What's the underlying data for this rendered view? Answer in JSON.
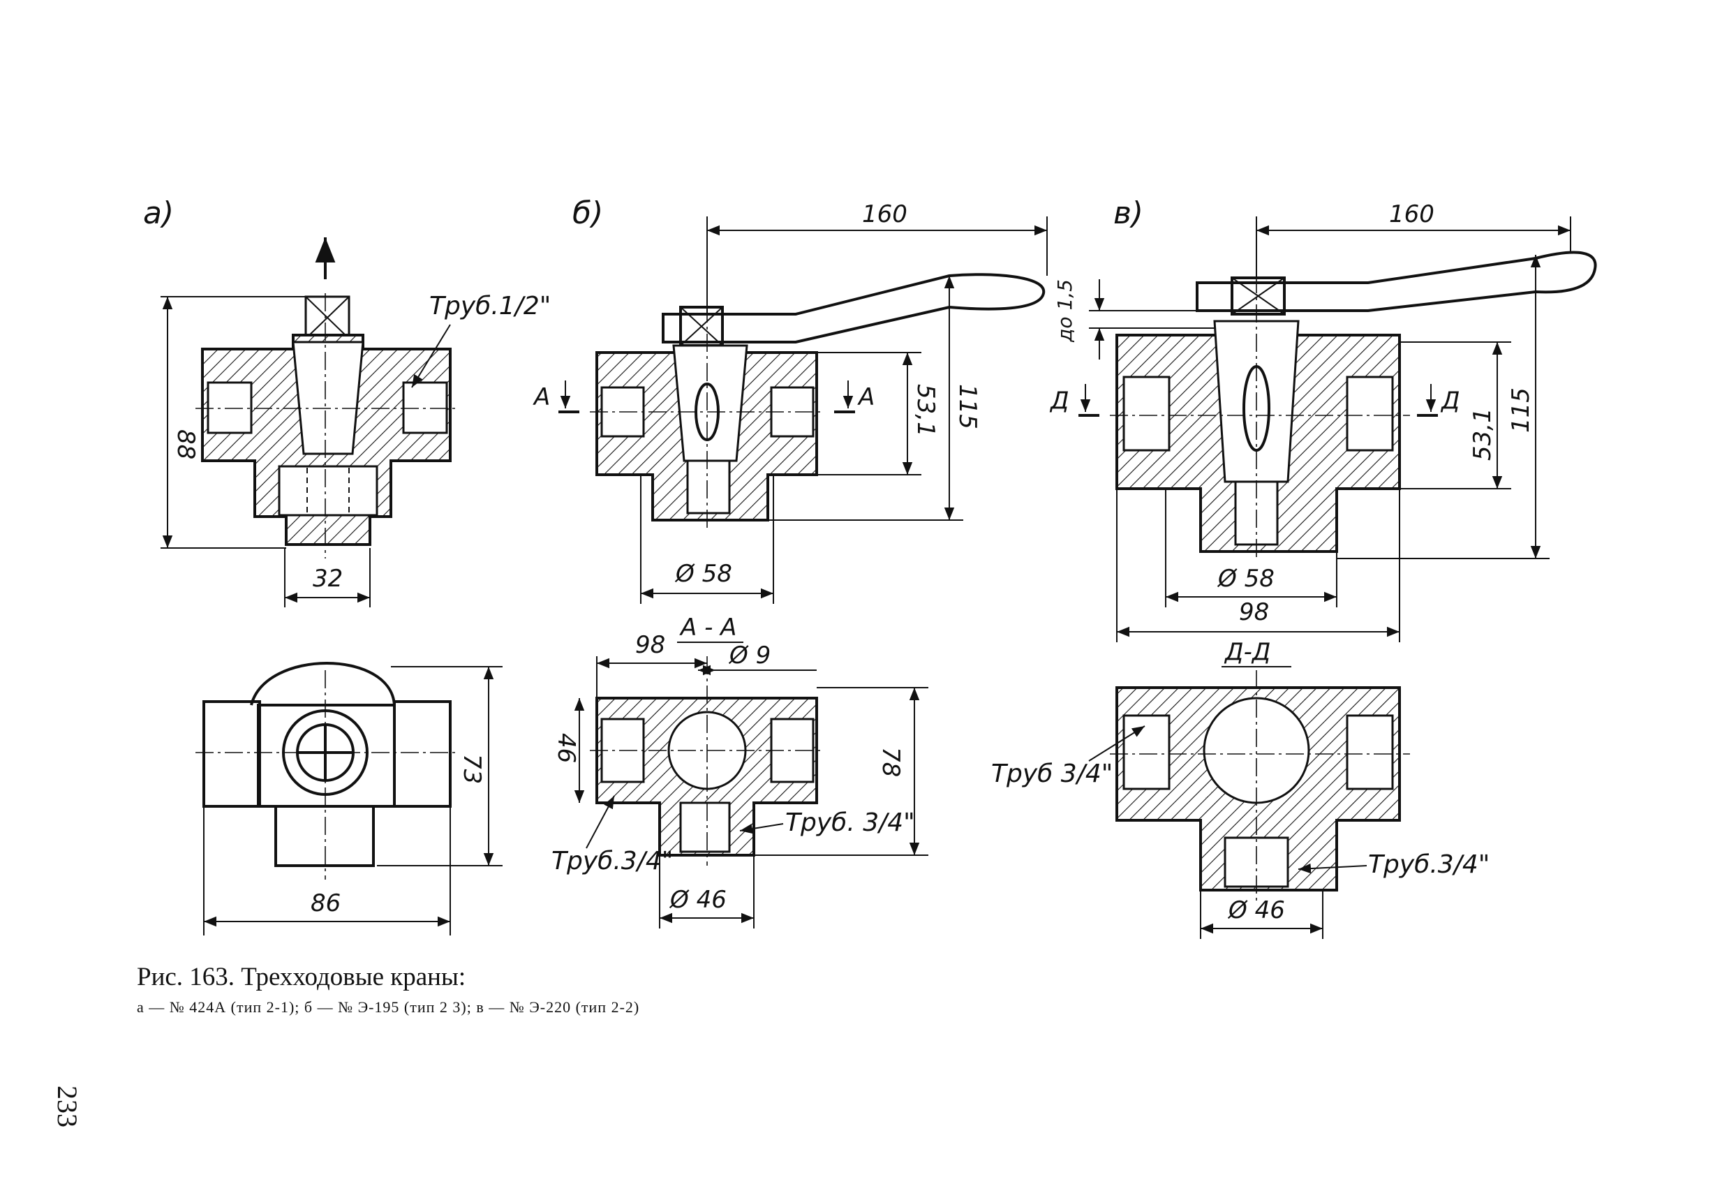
{
  "figure": {
    "caption_title": "Рис. 163. Трехходовые краны:",
    "caption_sub": "а — № 424А (тип 2-1); б — № Э-195 (тип 2 3); в — № Э-220 (тип 2-2)",
    "page_number": "233"
  },
  "views": {
    "a": {
      "label": "а)",
      "dim_height": "88",
      "dim_bottom": "32",
      "dim_width": "86",
      "dim_side": "73",
      "pipe_note": "Труб.1/2\""
    },
    "b": {
      "label": "б)",
      "dim_handle": "160",
      "dim_h1": "53,1",
      "dim_h2": "115",
      "dim_dia": "Ø 58",
      "section_mark": "А",
      "section_title": "А - А",
      "dim_98": "98",
      "dim_d9": "Ø 9",
      "dim_46": "46",
      "dim_78": "78",
      "dim_d46": "Ø 46",
      "pipe_note_left": "Труб.3/4\"",
      "pipe_note_right": "Труб. 3/4\""
    },
    "c": {
      "label": "в)",
      "dim_handle": "160",
      "dim_gap": "до 1,5",
      "dim_h1": "53,1",
      "dim_h2": "115",
      "dim_dia": "Ø 58",
      "dim_98": "98",
      "section_mark": "Д",
      "section_title": "Д-Д",
      "dim_d46": "Ø 46",
      "pipe_note_left": "Труб 3/4\"",
      "pipe_note_right": "Труб.3/4\""
    }
  }
}
